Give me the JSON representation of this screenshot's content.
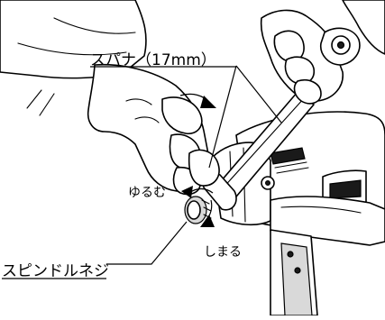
{
  "labels": {
    "spanner": "スパナ（17mm）",
    "loosen": "ゆるむ",
    "tighten": "しまる",
    "spindle_screw": "スピンドルネジ"
  },
  "colors": {
    "line": "#000000",
    "background": "#ffffff",
    "shade": "#d9d9d9",
    "dark": "#1a1a1a"
  },
  "icons": {
    "rotation": "curved-arrow-icon"
  }
}
